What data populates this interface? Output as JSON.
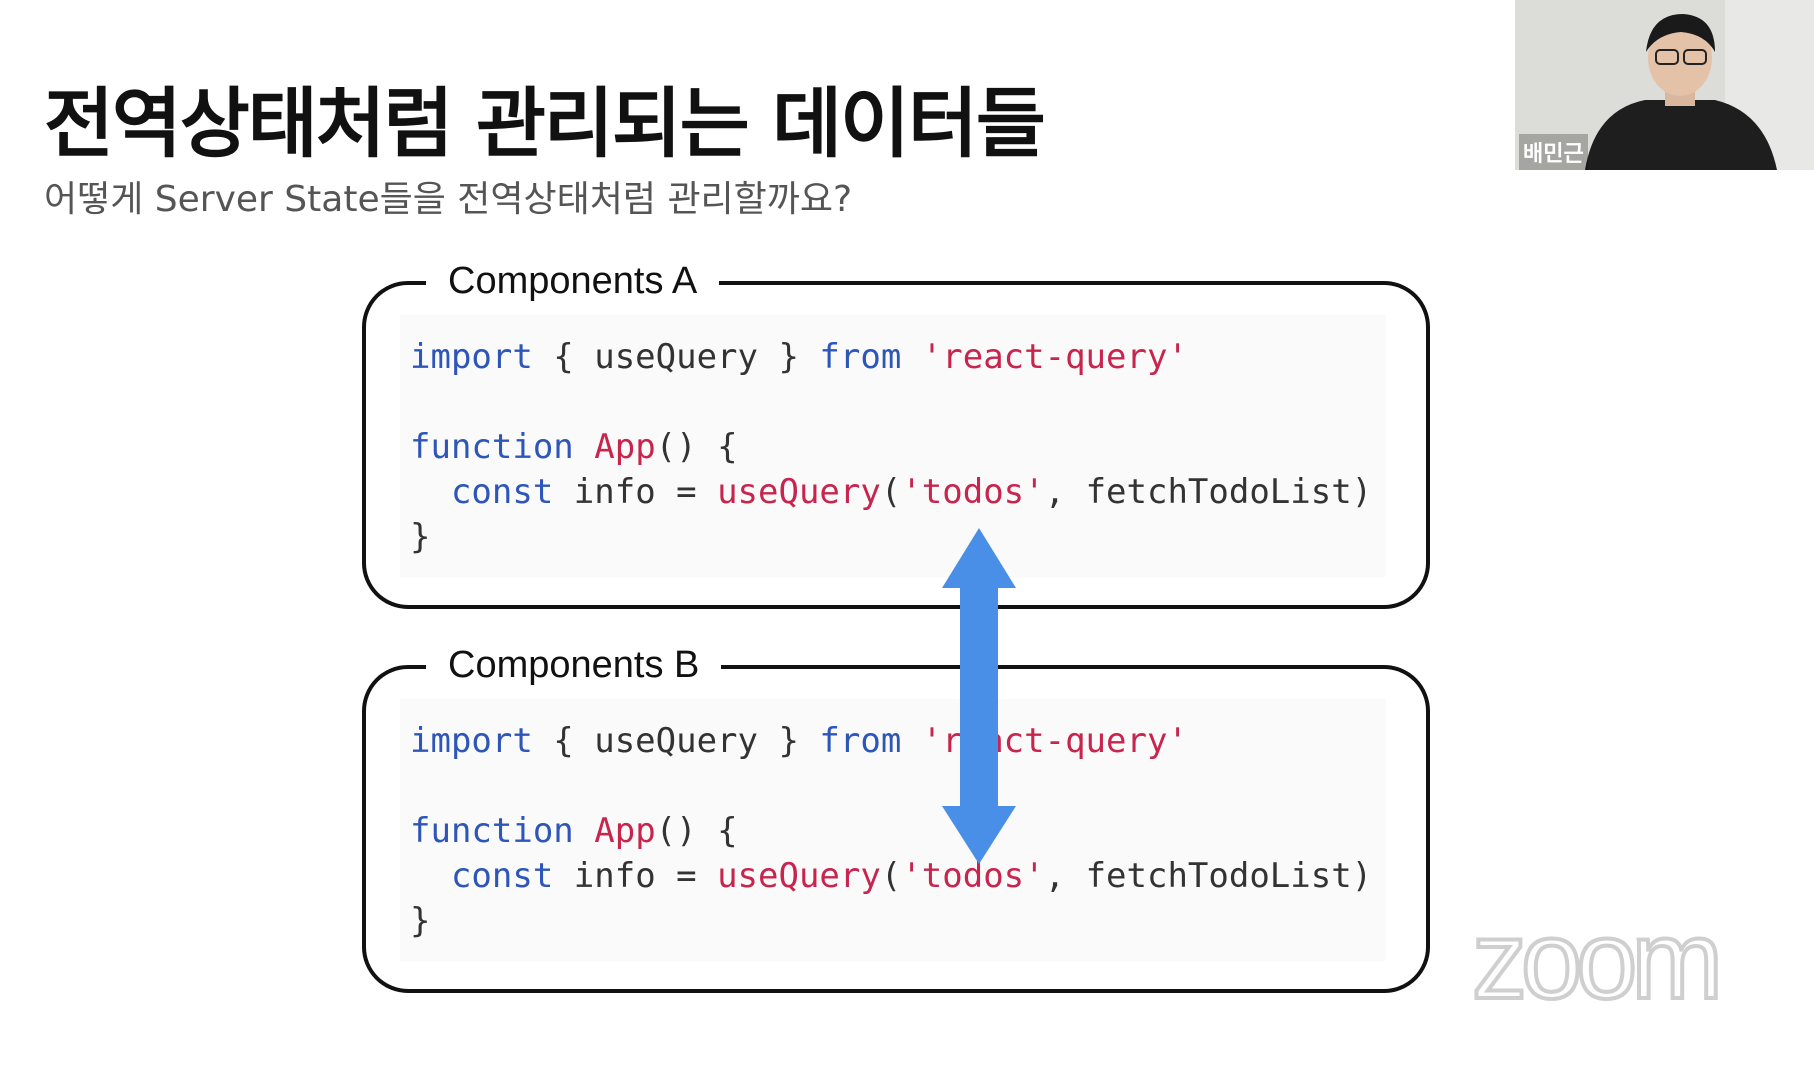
{
  "slide": {
    "title": "전역상태처럼 관리되는 데이터들",
    "subtitle": "어떻게 Server State들을 전역상태처럼 관리할까요?"
  },
  "component_a": {
    "label": "Components A",
    "code": {
      "line1": {
        "kw_import": "import",
        "mid": " { useQuery } ",
        "kw_from": "from",
        "space": " ",
        "module": "'react-query'"
      },
      "line2": {
        "kw_function": "function",
        "space": " ",
        "name": "App",
        "rest": "() {"
      },
      "line3": {
        "indent": "  ",
        "kw_const": "const",
        "mid": " info = ",
        "call": "useQuery",
        "open": "(",
        "key": "'todos'",
        "rest": ", fetchTodoList)"
      },
      "line4": {
        "close": "}"
      }
    }
  },
  "component_b": {
    "label": "Components B",
    "code": {
      "line1": {
        "kw_import": "import",
        "mid": " { useQuery } ",
        "kw_from": "from",
        "space": " ",
        "module": "'react-query'"
      },
      "line2": {
        "kw_function": "function",
        "space": " ",
        "name": "App",
        "rest": "() {"
      },
      "line3": {
        "indent": "  ",
        "kw_const": "const",
        "mid": " info = ",
        "call": "useQuery",
        "open": "(",
        "key": "'todos'",
        "rest": ", fetchTodoList)"
      },
      "line4": {
        "close": "}"
      }
    }
  },
  "webcam": {
    "participant_name": "배민근"
  },
  "watermark": {
    "text": "zoom"
  },
  "colors": {
    "keyword": "#2e56b8",
    "function_name": "#c7254e",
    "string": "#c7254e",
    "arrow": "#4a8fe7",
    "border": "#111111"
  },
  "icons": {
    "connector": "double-arrow-vertical-icon"
  }
}
